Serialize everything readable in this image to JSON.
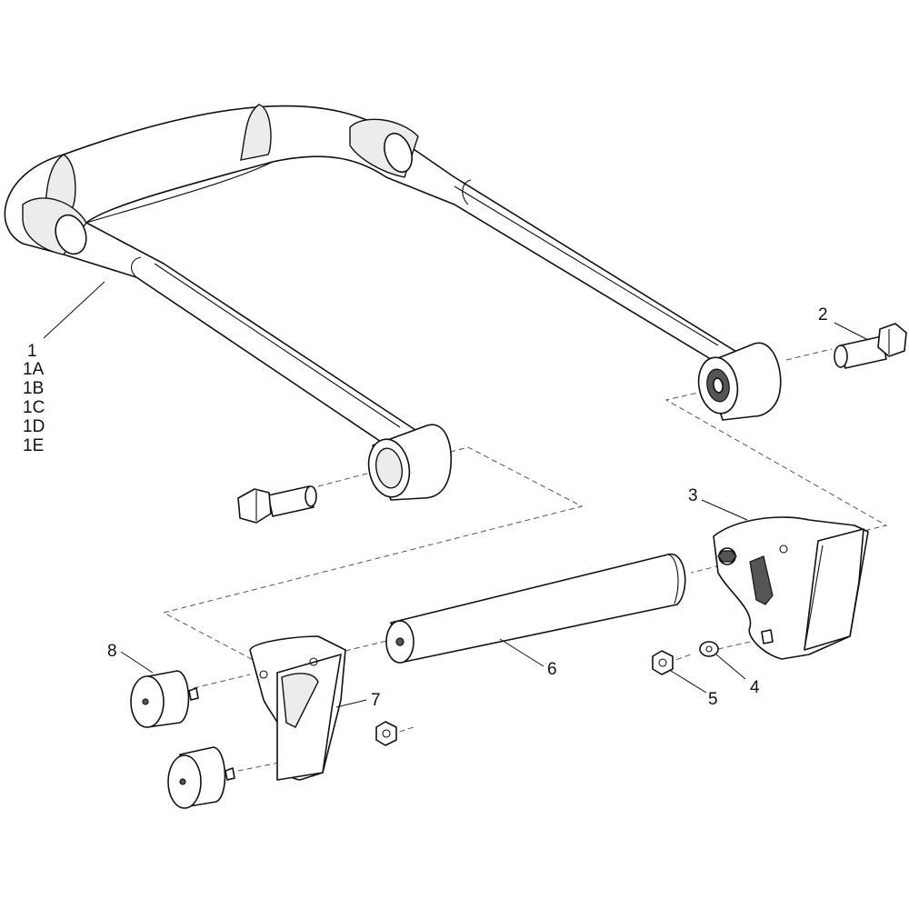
{
  "callouts": {
    "c1": "1",
    "c1a": "1A",
    "c1b": "1B",
    "c1c": "1C",
    "c1d": "1D",
    "c1e": "1E",
    "c2": "2",
    "c3": "3",
    "c4": "4",
    "c5": "5",
    "c6": "6",
    "c7": "7",
    "c8": "8"
  }
}
